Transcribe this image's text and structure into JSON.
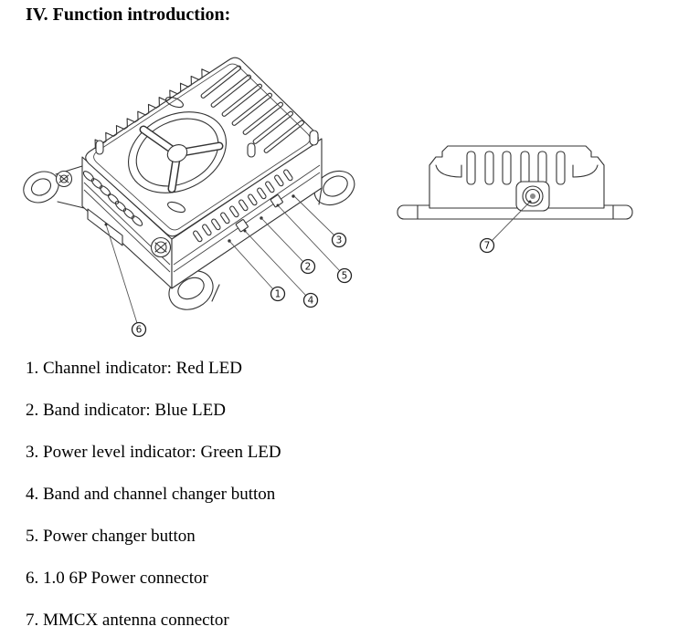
{
  "document": {
    "title": "IV. Function introduction:"
  },
  "figure": {
    "callouts": [
      "1",
      "2",
      "3",
      "4",
      "5",
      "6",
      "7"
    ]
  },
  "items": [
    {
      "label": "1. Channel indicator: Red LED"
    },
    {
      "label": "2. Band indicator: Blue LED"
    },
    {
      "label": "3. Power level indicator: Green LED"
    },
    {
      "label": "4. Band and channel changer button"
    },
    {
      "label": "5. Power changer button"
    },
    {
      "label": "6. 1.0 6P Power connector"
    },
    {
      "label": "7. MMCX antenna connector"
    }
  ],
  "colors": {
    "background": "#ffffff",
    "line": "#333333",
    "text": "#000000",
    "connector_pin": "#8a8a8a"
  }
}
